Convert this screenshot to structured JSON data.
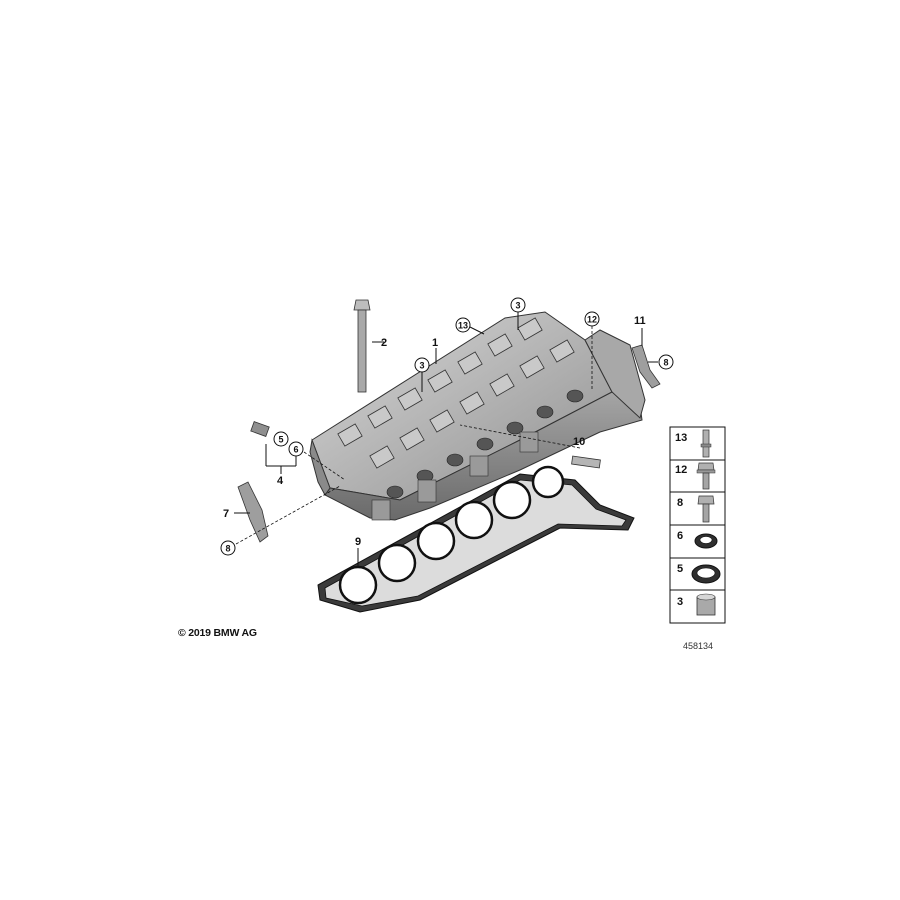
{
  "copyright": "© 2019 BMW AG",
  "diagram_number": "458134",
  "callouts": {
    "c1": "1",
    "c2": "2",
    "c3a": "3",
    "c3b": "3",
    "c4": "4",
    "c5": "5",
    "c6": "6",
    "c7": "7",
    "c8a": "8",
    "c8b": "8",
    "c9": "9",
    "c10": "10",
    "c11": "11",
    "c12": "12",
    "c13": "13"
  },
  "legend": [
    "13",
    "12",
    "8",
    "6",
    "5",
    "3"
  ],
  "colors": {
    "part_fill": "#b9b9b9",
    "part_dark": "#6e6e6e",
    "part_light": "#dcdcdc",
    "line": "#111111"
  }
}
